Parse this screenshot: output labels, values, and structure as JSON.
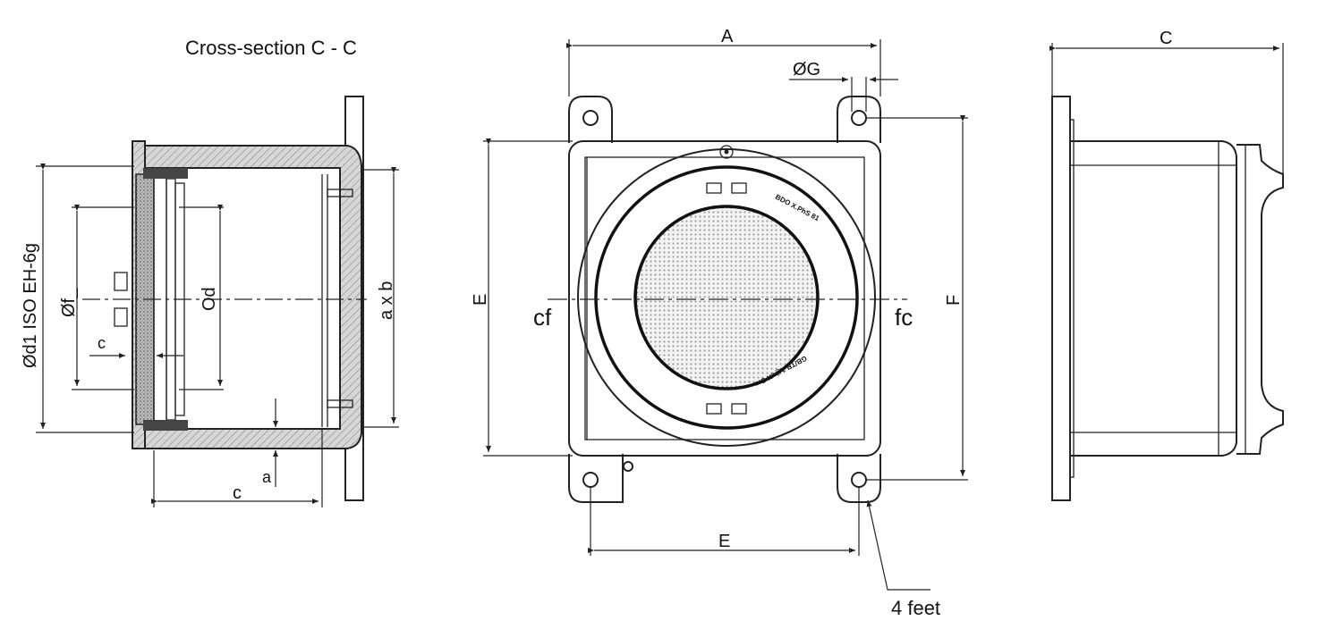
{
  "title": "Cross-section C - C",
  "labels": {
    "d1": "Ød1  ISO EH-6g",
    "f": "Øf_",
    "od": "Od",
    "c_small": "c",
    "a_small": "a",
    "c_bottom": "c",
    "axb": "a x b",
    "A": "A",
    "G": "ØG",
    "E_left": "E",
    "cf": "cf",
    "fc": "fc",
    "F": "F",
    "E_bottom": "E",
    "feet": "4 feet",
    "C": "C",
    "ring_text_top": "BDO X.PhS 81",
    "ring_text_bottom": "GB/TB 1@eX Cra"
  },
  "colors": {
    "line": "#222222",
    "hatch": "#9a9a9a",
    "mesh": "#bdbdbd"
  }
}
